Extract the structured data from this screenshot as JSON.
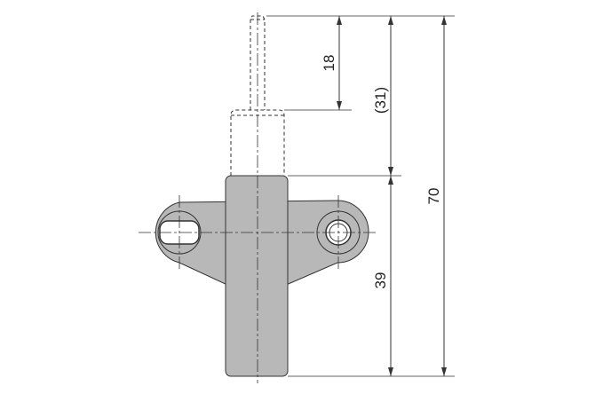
{
  "dimensions": {
    "plunger_length": "18",
    "body_above_flange": "(31)",
    "overall_length": "70",
    "lower_body_length": "39"
  },
  "colors": {
    "body": "#b8b8b8",
    "outline": "#333333",
    "background": "#ffffff"
  }
}
